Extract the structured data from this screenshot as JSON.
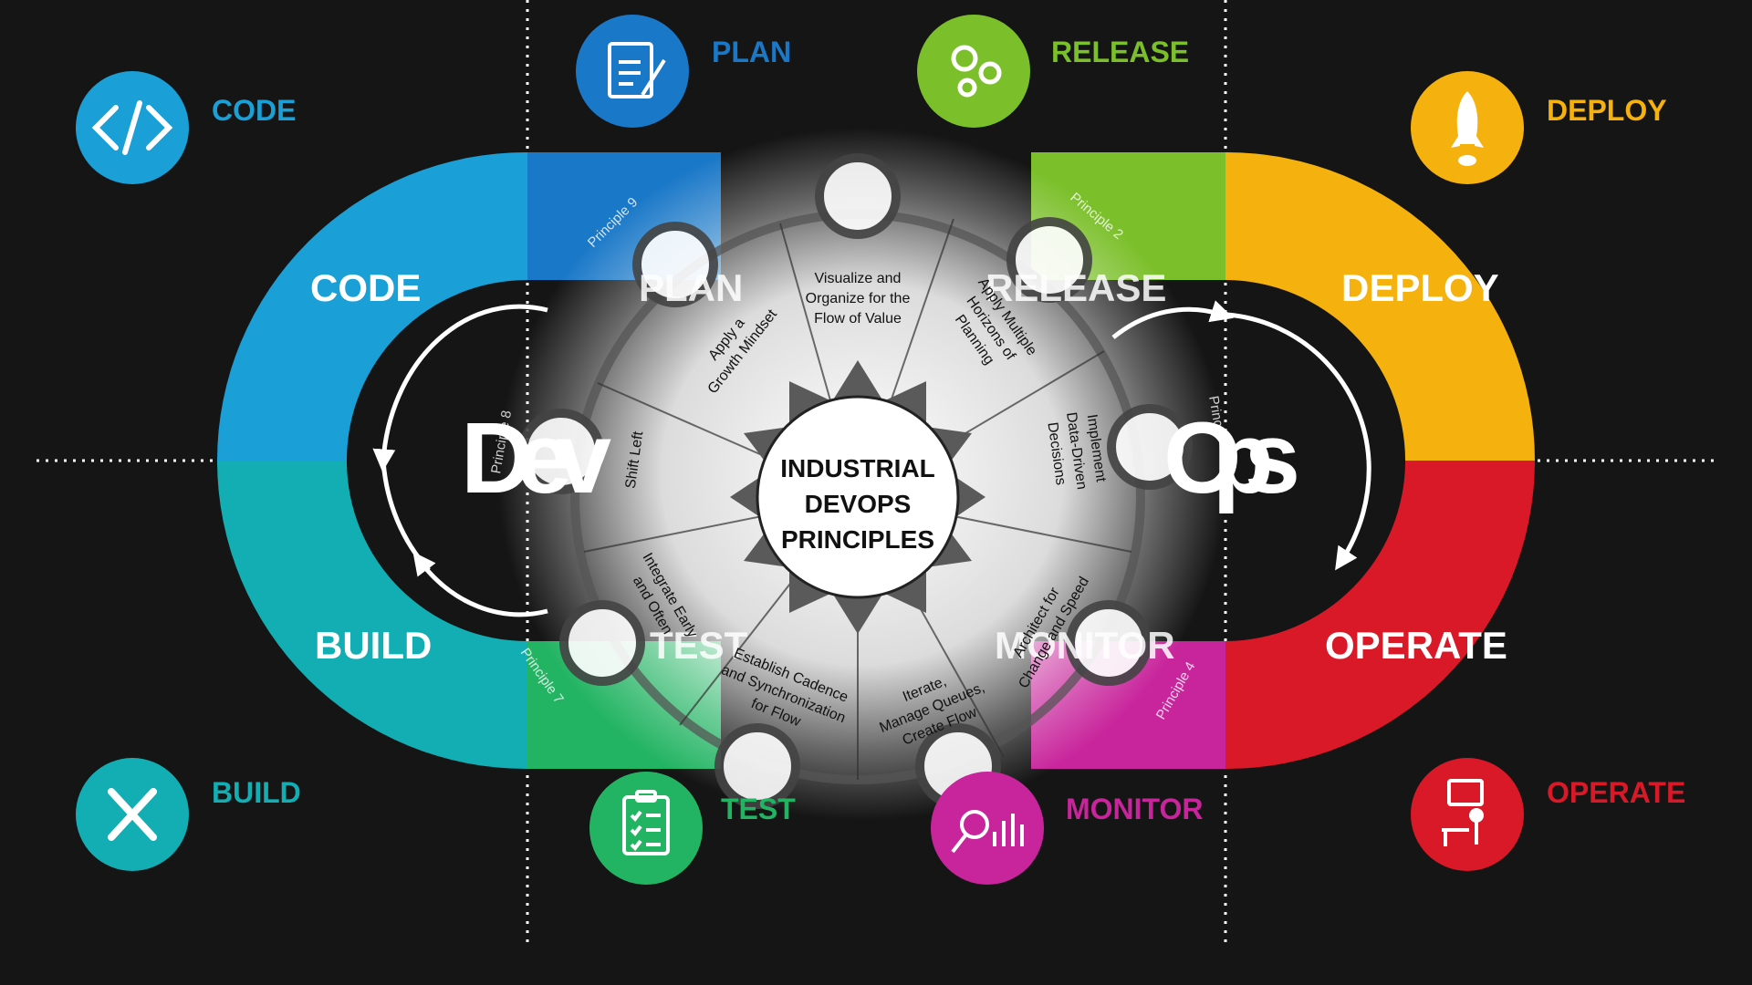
{
  "colors": {
    "background": "#151515",
    "code": "#1a9fd6",
    "build": "#13aeb3",
    "plan": "#1a78c8",
    "release": "#7bbf2a",
    "deploy": "#f5b10d",
    "operate": "#d91928",
    "monitor": "#c8249b",
    "test": "#23b463"
  },
  "corner_labels": {
    "code": "CODE",
    "plan": "PLAN",
    "release": "RELEASE",
    "deploy": "DEPLOY",
    "build": "BUILD",
    "test": "TEST",
    "monitor": "MONITOR",
    "operate": "OPERATE"
  },
  "ring_labels": {
    "code": "CODE",
    "build": "BUILD",
    "deploy": "DEPLOY",
    "operate": "OPERATE",
    "plan": "PLAN",
    "release": "RELEASE",
    "test": "TEST",
    "monitor": "MONITOR"
  },
  "loop_labels": {
    "dev": "Dev",
    "ops": "Ops"
  },
  "center": {
    "line1": "INDUSTRIAL",
    "line2": "DEVOPS",
    "line3": "PRINCIPLES"
  },
  "principles": {
    "p1_l1": "Visualize and",
    "p1_l2": "Organize for the",
    "p1_l3": "Flow of Value",
    "p2_l1": "Apply Multiple",
    "p2_l2": "Horizons of",
    "p2_l3": "Planning",
    "p3_l1": "Implement",
    "p3_l2": "Data-Driven",
    "p3_l3": "Decisions",
    "p4_l1": "Architect for",
    "p4_l2": "Change and Speed",
    "p5_l1": "Iterate,",
    "p5_l2": "Manage Queues,",
    "p5_l3": "Create Flow",
    "p6_l1": "Establish Cadence",
    "p6_l2": "and Synchronization",
    "p6_l3": "for Flow",
    "p7_l1": "Integrate Early",
    "p7_l2": "and Often",
    "p8_l1": "Shift Left",
    "p9_l1": "Apply a",
    "p9_l2": "Growth Mindset"
  },
  "principle_tags": {
    "p9": "Principle 9",
    "p2": "Principle 2",
    "p8": "Principle 8",
    "p3": "Princ",
    "p7": "Principle 7",
    "p4": "Principle 4"
  }
}
